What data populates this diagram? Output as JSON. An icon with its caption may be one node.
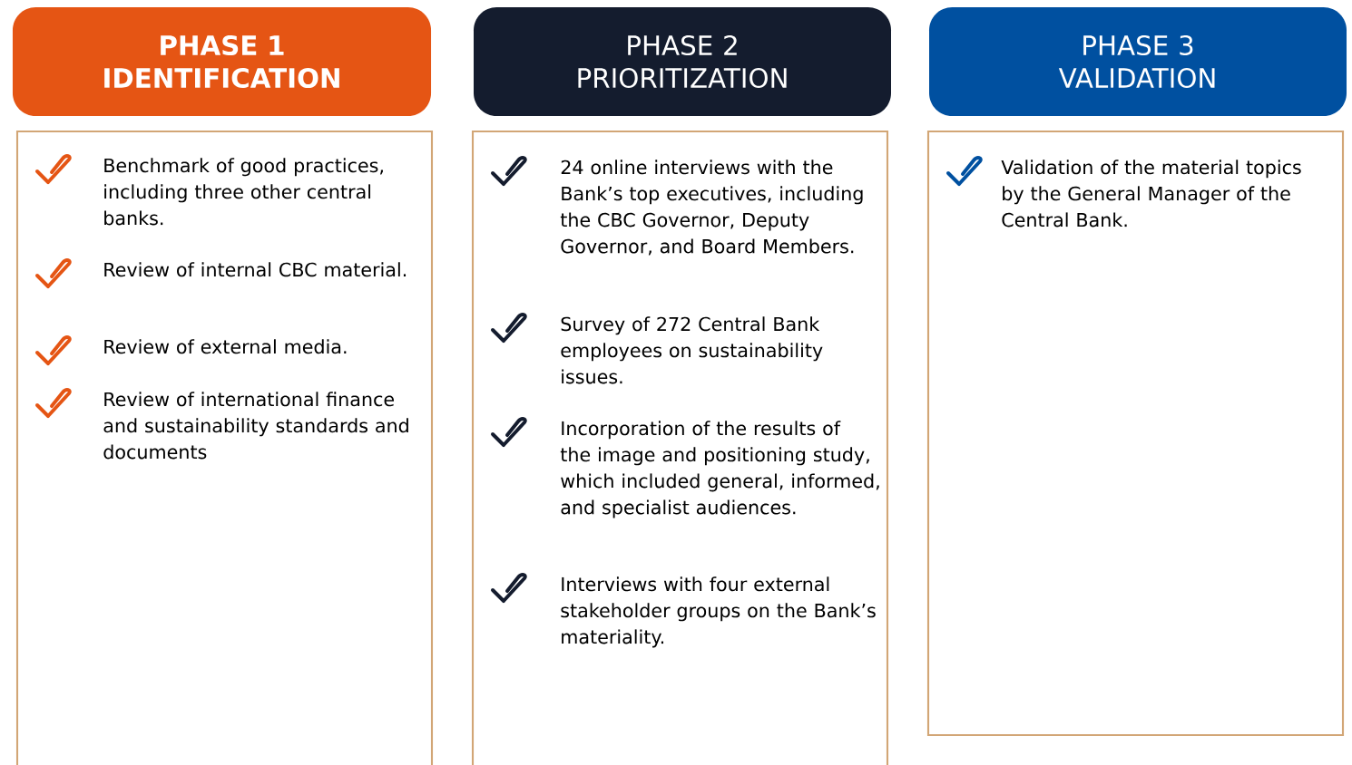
{
  "diagram": {
    "nodes": [
      {
        "text": [
          "PHASE 1 IDENTIFICATION"
        ]
      },
      {
        "text": [
          "PHASE 2 PRIORITIZATION"
        ]
      },
      {
        "text": [
          "PHASE 3 VALIDATION"
        ]
      },
      {
        "text": [
          "Benchmark of good practices, including three other central banks.",
          "Review of internal CBC material.",
          "Review of external media.",
          "Review of international finance and sustainability standards and documents"
        ]
      },
      {
        "text": [
          "24 online interviews with the Bank’s top executives, including the CBC Governor, Deputy Governor, and Board Members.",
          "Survey of 272 Central Bank employees on sustainability issues.",
          "Incorporation of the results of the image and positioning study, which included general, informed, and specialist audiences.",
          "Interviews with four external stakeholder groups on the Bank’s materiality."
        ]
      },
      {
        "text": [
          "Validation of the material topics by the General Manager of the Central Bank."
        ]
      }
    ],
    "edges": []
  }
}
